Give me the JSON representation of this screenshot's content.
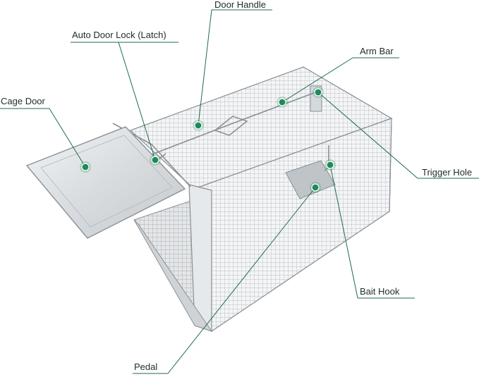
{
  "labels": {
    "door_handle": "Door Handle",
    "auto_door_lock": "Auto Door Lock (Latch)",
    "arm_bar": "Arm Bar",
    "cage_door": "Cage Door",
    "trigger_hole": "Trigger Hole",
    "bait_hook": "Bait Hook",
    "pedal": "Pedal"
  },
  "colors": {
    "accent": "#1f8a5a",
    "line": "#1f6a4f",
    "text": "#1d2b2a"
  }
}
